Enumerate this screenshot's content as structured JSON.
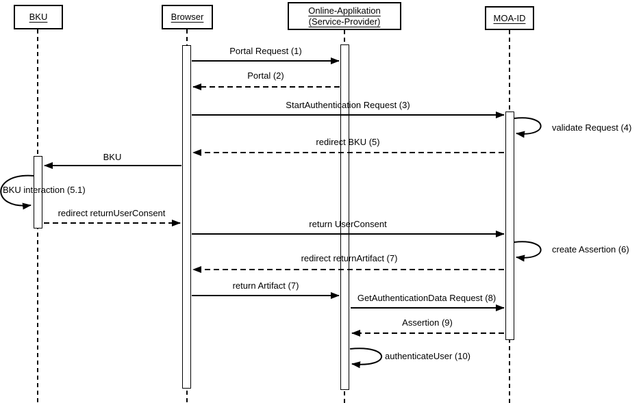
{
  "actors": [
    {
      "label": "BKU"
    },
    {
      "label": "Browser"
    },
    {
      "label": "Online-Applikation (Service-Provider)"
    },
    {
      "label": "MOA-ID"
    }
  ],
  "messages": [
    {
      "label": "Portal Request (1)",
      "from": "Browser",
      "to": "Online-Applikation (Service-Provider)",
      "line": "solid",
      "kind": "message"
    },
    {
      "label": "Portal (2)",
      "from": "Online-Applikation (Service-Provider)",
      "to": "Browser",
      "line": "dashed",
      "kind": "message"
    },
    {
      "label": "StartAuthentication Request (3)",
      "from": "Browser",
      "to": "MOA-ID",
      "line": "solid",
      "kind": "message"
    },
    {
      "label": "validate Request (4)",
      "on": "MOA-ID",
      "line": "solid",
      "kind": "self"
    },
    {
      "label": "redirect BKU (5)",
      "from": "MOA-ID",
      "to": "Browser",
      "line": "dashed",
      "kind": "message"
    },
    {
      "label": "BKU",
      "from": "Browser",
      "to": "BKU",
      "line": "solid",
      "kind": "message"
    },
    {
      "label": "BKU interaction (5.1)",
      "on": "BKU",
      "line": "solid",
      "kind": "self"
    },
    {
      "label": "redirect returnUserConsent",
      "from": "BKU",
      "to": "Browser",
      "line": "dashed",
      "kind": "message"
    },
    {
      "label": "return UserConsent",
      "from": "Browser",
      "to": "MOA-ID",
      "line": "solid",
      "kind": "message"
    },
    {
      "label": "create Assertion (6)",
      "on": "MOA-ID",
      "line": "solid",
      "kind": "self"
    },
    {
      "label": "redirect returnArtifact (7)",
      "from": "MOA-ID",
      "to": "Browser",
      "line": "dashed",
      "kind": "message"
    },
    {
      "label": "return Artifact (7)",
      "from": "Browser",
      "to": "Online-Applikation (Service-Provider)",
      "line": "solid",
      "kind": "message"
    },
    {
      "label": "GetAuthenticationData Request (8)",
      "from": "Online-Applikation (Service-Provider)",
      "to": "MOA-ID",
      "line": "solid",
      "kind": "message"
    },
    {
      "label": "Assertion (9)",
      "from": "MOA-ID",
      "to": "Online-Applikation (Service-Provider)",
      "line": "dashed",
      "kind": "message"
    },
    {
      "label": "authenticateUser (10)",
      "on": "Online-Applikation (Service-Provider)",
      "line": "solid",
      "kind": "self"
    }
  ],
  "colors": {
    "line": "#000000",
    "text": "#000000",
    "background": "#ffffff"
  }
}
